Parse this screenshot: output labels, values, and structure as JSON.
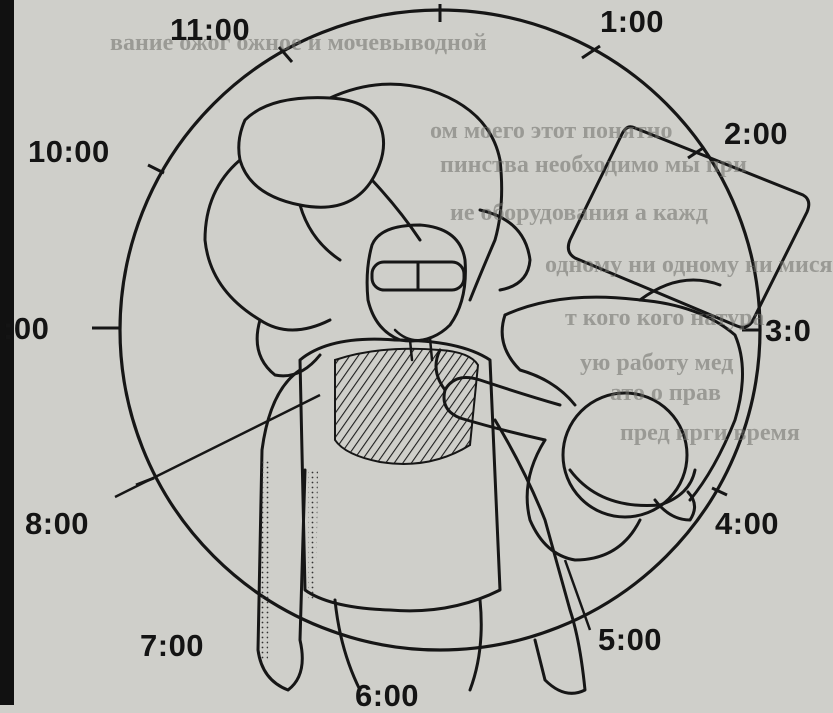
{
  "clock_labels": {
    "h11": "11:00",
    "h1": "1:00",
    "h10": "10:00",
    "h2": "2:00",
    "h9": ":00",
    "h3": "3:0",
    "h8": "8:00",
    "h4": "4:00",
    "h7": "7:00",
    "h5": "5:00",
    "h6": "6:00"
  },
  "background_text": [
    "вание ожог ожное и мочевыводной",
    "ом моего этот понятно",
    "пинства необходимо мы при",
    "ие оборудования а кажд",
    "одному ни одному ни мися",
    "т кого кого натура",
    "ую работу мед",
    "ато о прав",
    "пред ирги время"
  ],
  "colors": {
    "paper": "#cfcfca",
    "ink": "#141414",
    "shading": "#2a2a2a",
    "left_edge": "#111111"
  }
}
